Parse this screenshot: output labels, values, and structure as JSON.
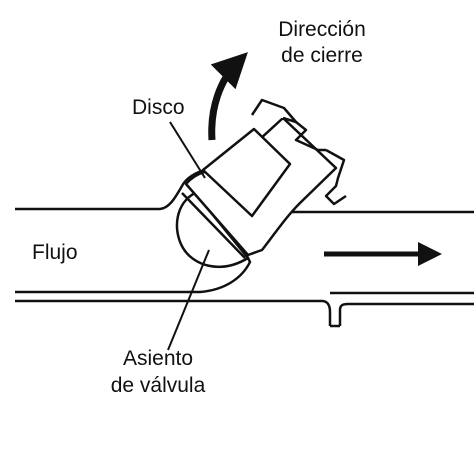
{
  "labels": {
    "direction_line1": "Dirección",
    "direction_line2": "de cierre",
    "disk": "Disco",
    "flow": "Flujo",
    "seat_line1": "Asiento",
    "seat_line2": "de válvula"
  },
  "colors": {
    "ink": "#111111",
    "background": "#ffffff"
  },
  "icons": [
    "closing-direction-arrow-icon",
    "flow-direction-arrow-icon"
  ]
}
